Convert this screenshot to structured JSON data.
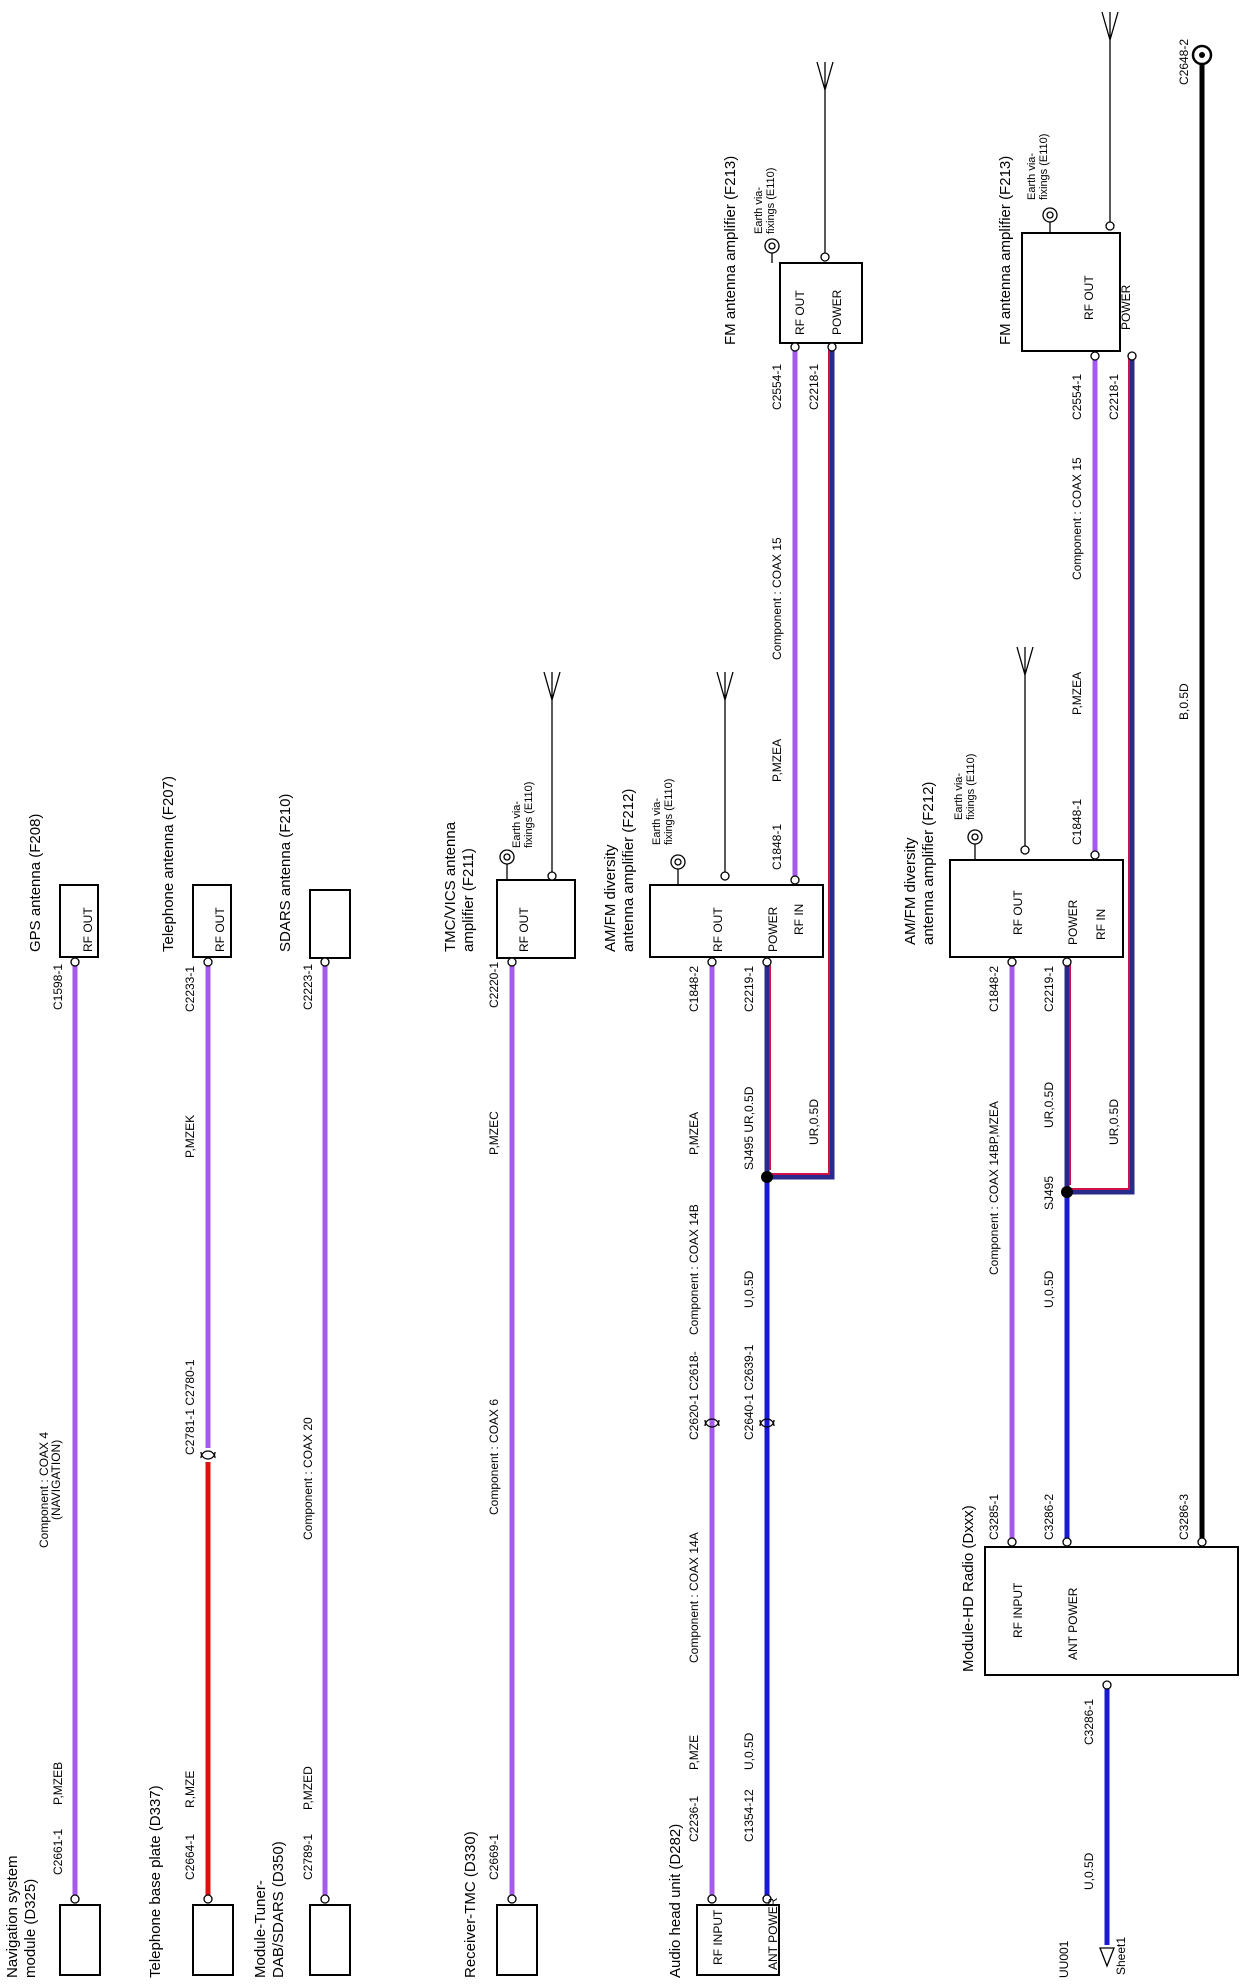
{
  "colors": {
    "violet": "#a45bec",
    "red": "#e01010",
    "blue": "#1a1ad0",
    "navy": "#2a2a8a",
    "crimson": "#d0104a",
    "black": "#000000"
  },
  "components": {
    "nav_module": "Navigation system module (D325)",
    "nav_module_l1": "Navigation system",
    "nav_module_l2": "module (D325)",
    "gps_antenna": "GPS antenna (F208)",
    "tel_base": "Telephone base plate (D337)",
    "tel_antenna": "Telephone antenna (F207)",
    "tuner_l1": "Module-Tuner-",
    "tuner_l2": "DAB/SDARS (D350)",
    "sdars_antenna": "SDARS antenna (F210)",
    "receiver_tmc": "Receiver-TMC (D330)",
    "tmc_amp_l1": "TMC/VICS antenna",
    "tmc_amp_l2": "amplifier (F211)",
    "head_unit": "Audio head unit (D282)",
    "amfm_l1": "AM/FM diversity",
    "amfm_l2": "antenna amplifier (F212)",
    "fm_amp": "FM antenna amplifier (F213)",
    "hd_radio": "Module-HD Radio (Dxxx)"
  },
  "pins": {
    "rf_out": "RF OUT",
    "rf_in": "RF IN",
    "power": "POWER",
    "rf_input_hu": "RF INPUT",
    "ant_power_hu": "ANT POWER",
    "rf_input_hd": "RF INPUT",
    "ant_power_hd": "ANT POWER"
  },
  "earth": {
    "l1": "Earth via-",
    "l2": "fixings (E110)"
  },
  "connectors": {
    "c2661": "C2661-1",
    "c1598": "C1598-1",
    "c2664": "C2664-1",
    "c2781_c2780": "C2781-1 C2780-1",
    "c2233": "C2233-1",
    "c2789": "C2789-1",
    "c2223": "C2223-1",
    "c2669": "C2669-1",
    "c2220": "C2220-1",
    "c2236": "C2236-1",
    "c2620_c2618": "C2620-1 C2618-",
    "c1848_2a": "C1848-2",
    "c1354": "C1354-12",
    "c2640_c2639": "C2640-1 C2639-1",
    "c2219a": "C2219-1",
    "c1848_1a": "C1848-1",
    "c2554a": "C2554-1",
    "c2218a": "C2218-1",
    "c3285": "C3285-1",
    "c3286_2": "C3286-2",
    "c3286_3": "C3286-3",
    "c3286_1": "C3286-1",
    "c1848_2b": "C1848-2",
    "c2219b": "C2219-1",
    "c1848_1b": "C1848-1",
    "c2554b": "C2554-1",
    "c2218b": "C2218-1",
    "c2648": "C2648-2"
  },
  "wires": {
    "p_mzeb": "P,MZEB",
    "p_mzek": "P,MZEK",
    "r_mze": "R,MZE",
    "p_mzed": "P,MZED",
    "p_mzec": "P,MZEC",
    "p_mze": "P,MZE",
    "u_05d_a": "U,0.5D",
    "p_mzea_a": "P,MZEA",
    "sj495_a": "SJ495 UR,0.5D",
    "ur_05d_a": "UR,0.5D",
    "u_05d_b": "U,0.5D",
    "p_mzea_b": "P,MZEA",
    "p_mzea_c": "P,MZEA",
    "sj495_b": "SJ495",
    "ur_05d_b": "UR,0.5D",
    "ur_05d_c": "UR,0.5D",
    "u_05d_c": "U,0.5D",
    "b_05d": "B,0.5D",
    "u_05d_d": "U,0.5D",
    "p_mzea_d": "P,MZEA"
  },
  "cables": {
    "coax4_l1": "Component : COAX 4",
    "coax4_l2": "(NAVIGATION)",
    "coax20": "Component : COAX 20",
    "coax6": "Component : COAX 6",
    "coax14a": "Component : COAX 14A",
    "coax14b": "Component : COAX 14B",
    "coax15a": "Component : COAX 15",
    "coax15b": "Component : COAX 15",
    "coax14bp": "Component : COAX 14BP,MZEA"
  },
  "offsheet": {
    "uu001": "UU001",
    "sheet1": "Sheet1"
  }
}
